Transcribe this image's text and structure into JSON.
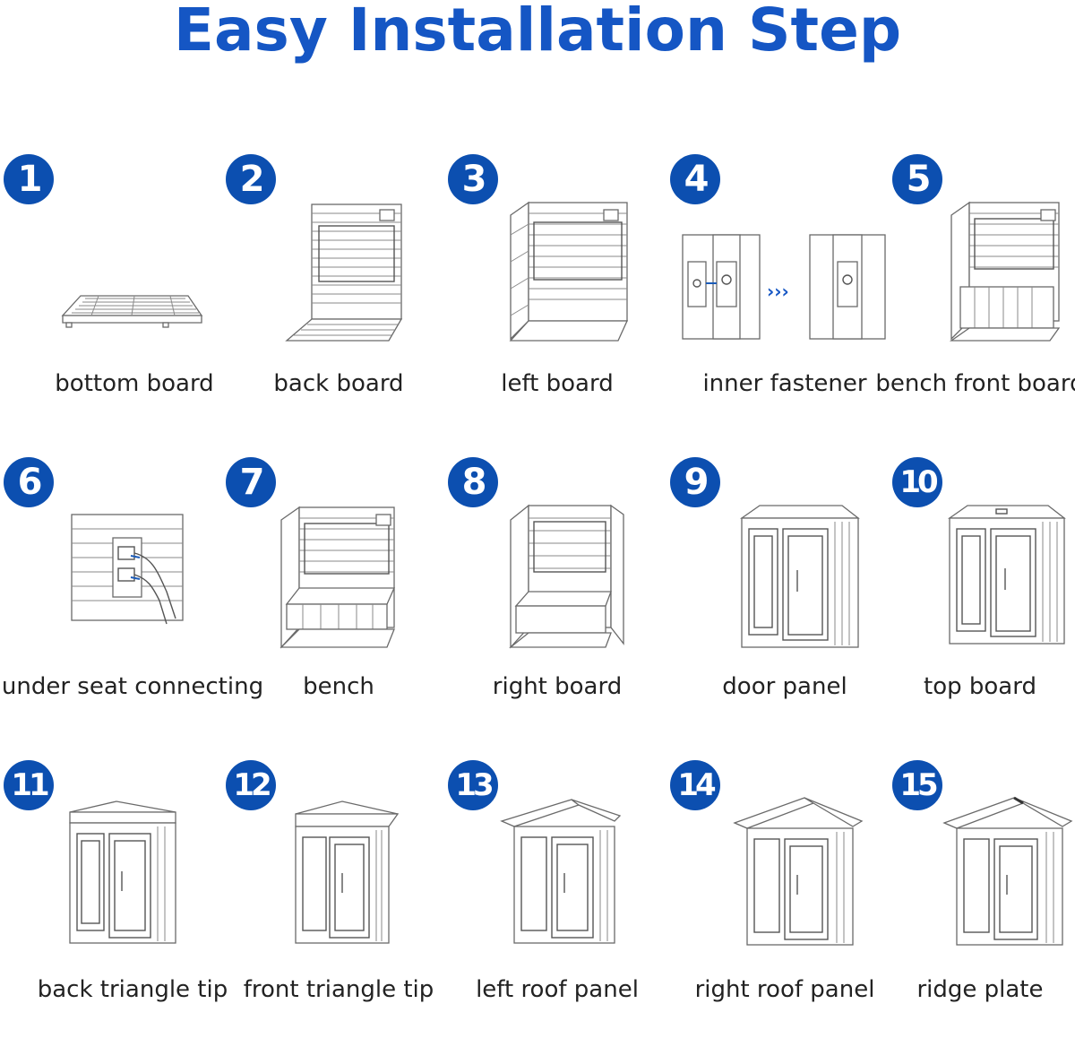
{
  "title": "Easy Installation Step",
  "accent_color": "#0c4fb0",
  "title_color": "#1556c4",
  "steps": [
    {
      "number": "1",
      "label": "bottom board",
      "icon": "bottom-board-icon"
    },
    {
      "number": "2",
      "label": "back board",
      "icon": "back-board-icon"
    },
    {
      "number": "3",
      "label": "left board",
      "icon": "left-board-icon"
    },
    {
      "number": "4",
      "label": "inner fastener",
      "icon": "inner-fastener-icon"
    },
    {
      "number": "5",
      "label": "bench front board",
      "icon": "bench-front-board-icon"
    },
    {
      "number": "6",
      "label": "under seat connecting",
      "icon": "under-seat-connecting-icon"
    },
    {
      "number": "7",
      "label": "bench",
      "icon": "bench-icon"
    },
    {
      "number": "8",
      "label": "right board",
      "icon": "right-board-icon"
    },
    {
      "number": "9",
      "label": "door panel",
      "icon": "door-panel-icon"
    },
    {
      "number": "10",
      "label": "top board",
      "icon": "top-board-icon"
    },
    {
      "number": "11",
      "label": "back triangle tip",
      "icon": "back-triangle-tip-icon"
    },
    {
      "number": "12",
      "label": "front triangle tip",
      "icon": "front-triangle-tip-icon"
    },
    {
      "number": "13",
      "label": "left roof panel",
      "icon": "left-roof-panel-icon"
    },
    {
      "number": "14",
      "label": "right roof panel",
      "icon": "right-roof-panel-icon"
    },
    {
      "number": "15",
      "label": "ridge plate",
      "icon": "ridge-plate-icon"
    }
  ]
}
